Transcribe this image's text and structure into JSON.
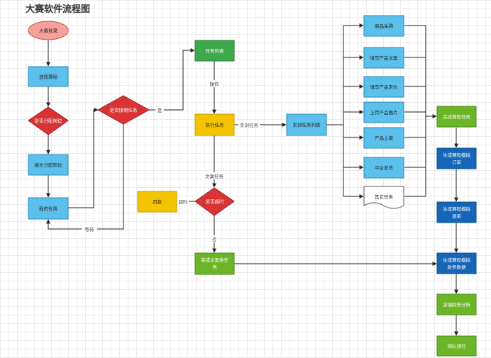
{
  "title": "大赛软件流程图",
  "nodes": {
    "start": "大赛登录",
    "select": "选择赛程",
    "assign_q": "是否分配岗位",
    "leader_assign": "组长分配岗位",
    "my_tasks": "我的任务",
    "task_q": "是否接到任务",
    "task_list": "任务列表",
    "execute": "执行任务",
    "training_list": "实训任务列表",
    "timeout_q": "是否超时",
    "fine": "罚款",
    "doc_done_1": "完成文案类任",
    "doc_done_2": "务",
    "purchase": "商品采购",
    "copywriting": "填写产品文案",
    "pricing": "填写产品定价",
    "upload_img": "上传产品图片",
    "listing": "产品上架",
    "platform_ship": "平台发货",
    "other": "其它任务",
    "complete_course": "完成赛程任务",
    "gen_order_1": "生成赛程模拟",
    "gen_order_2": "订单",
    "gen_return_1": "生成赛程模拟",
    "gen_return_2": "退单",
    "gen_finance_1": "生成赛程模拟",
    "gen_finance_2": "财务数据",
    "store_finance": "店铺财务分析",
    "team_rank": "团队排行"
  },
  "edges": {
    "yes": "是",
    "wait": "等待",
    "operate": "操作",
    "training": "实训任务",
    "doc": "文案任务",
    "timeout": "超时",
    "no": "否"
  },
  "colors": {
    "start_fill": "#f8a09a",
    "start_stroke": "#c0504d",
    "process_fill": "#5bc0eb",
    "process_stroke": "#2b8ab5",
    "decision_fill": "#d93336",
    "decision_stroke": "#a01e22",
    "green_fill": "#6cb526",
    "green_stroke": "#4a8a1a",
    "dgreen_fill": "#3ea84d",
    "yellow_fill": "#f5c400",
    "yellow_stroke": "#c99c00",
    "blue_fill": "#1666b8",
    "blue_stroke": "#0f4f8f",
    "line": "#222222"
  }
}
